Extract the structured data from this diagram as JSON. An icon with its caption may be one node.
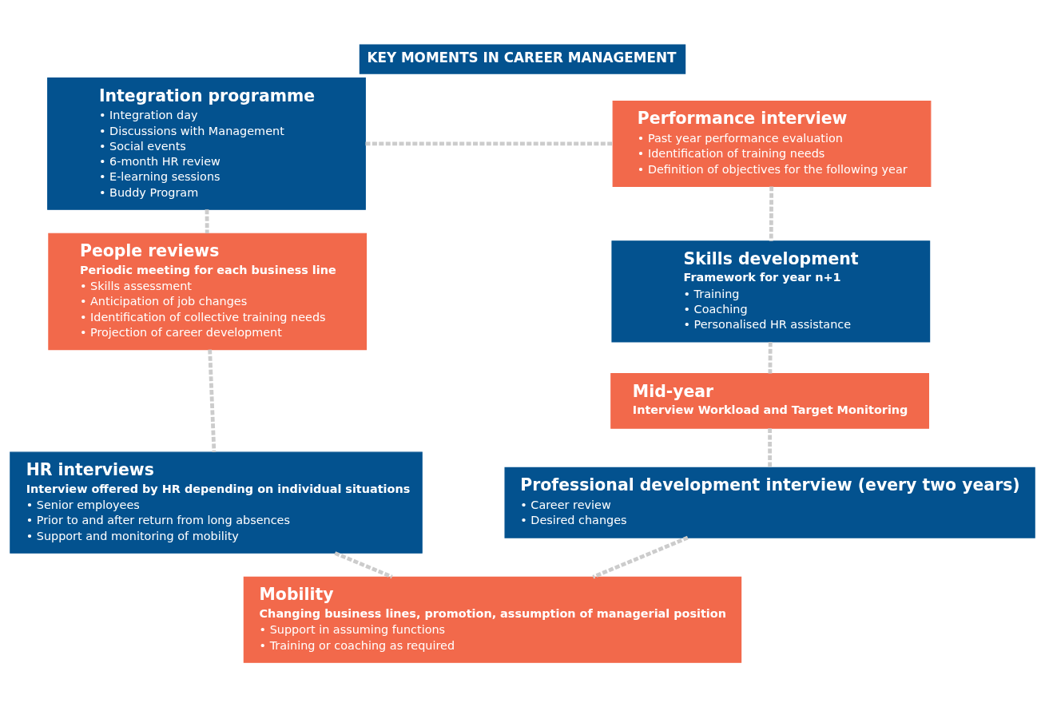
{
  "diagram": {
    "title": "KEY MOMENTS IN CAREER MANAGEMENT",
    "nodes": [
      {
        "text": [
          "Integration programme",
          "• Integration day",
          "• Discussions with Management",
          "• Social events",
          "• 6-month HR review",
          "• E-learning sessions",
          "• Buddy Program"
        ]
      },
      {
        "text": [
          "Performance interview",
          "• Past year performance evaluation",
          "• Identification of training needs",
          "• Definition of objectives for the following year"
        ]
      },
      {
        "text": [
          "People reviews",
          "Periodic meeting for each business line",
          "• Skills assessment",
          "• Anticipation of job changes",
          "• Identification of collective training needs",
          "• Projection of career development"
        ]
      },
      {
        "text": [
          "HR interviews",
          "Interview offered by HR depending on individual situations",
          "• Senior employees",
          "• Prior to and after return from long absences",
          "• Support and monitoring of mobility"
        ]
      },
      {
        "text": [
          "Skills development",
          "Framework for year n+1",
          "• Training",
          "• Coaching",
          "• Personalised HR assistance"
        ]
      },
      {
        "text": [
          "Mid-year",
          "Interview Workload and Target Monitoring"
        ]
      },
      {
        "text": [
          "Professional development interview (every two years)",
          "• Career review",
          "• Desired changes"
        ]
      },
      {
        "text": [
          "Mobility",
          "Changing business lines, promotion, assumption of managerial position",
          "• Support in assuming functions",
          "• Training or coaching as required"
        ]
      }
    ],
    "edges": [
      {
        "from": 0,
        "to": 1,
        "arrow": "none",
        "style": "dashed"
      },
      {
        "from": 0,
        "to": 2,
        "arrow": "none",
        "style": "dashed"
      },
      {
        "from": 2,
        "to": 3,
        "arrow": "none",
        "style": "dashed"
      },
      {
        "from": 3,
        "to": 7,
        "arrow": "none",
        "style": "dashed"
      },
      {
        "from": 1,
        "to": 4,
        "arrow": "none",
        "style": "dashed"
      },
      {
        "from": 4,
        "to": 5,
        "arrow": "none",
        "style": "dashed"
      },
      {
        "from": 5,
        "to": 6,
        "arrow": "none",
        "style": "dashed"
      },
      {
        "from": 6,
        "to": 7,
        "arrow": "none",
        "style": "dashed"
      }
    ]
  }
}
